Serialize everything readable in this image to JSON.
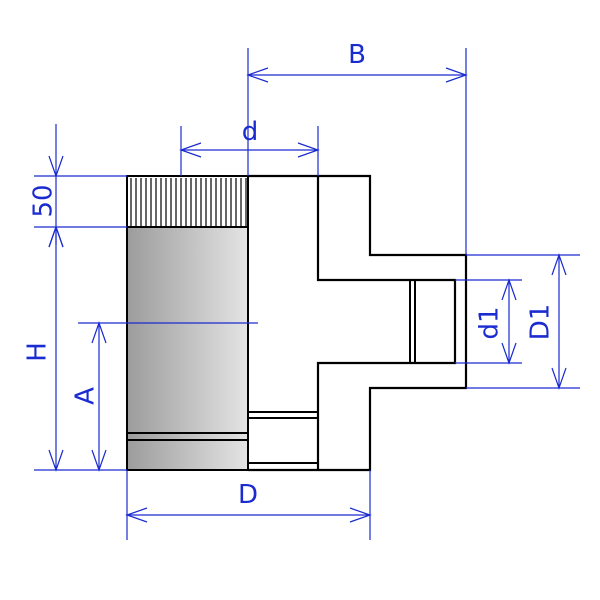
{
  "colors": {
    "outline": "#000000",
    "dimension": "#1a2bd0",
    "pipe_fill_dark": "#9c9c9c",
    "pipe_fill_light": "#e4e4e4",
    "background": "#ffffff"
  },
  "labels": {
    "B": "B",
    "d": "d",
    "size_50": "50",
    "H": "H",
    "A": "A",
    "d1": "d1",
    "D1": "D1",
    "D": "D"
  }
}
